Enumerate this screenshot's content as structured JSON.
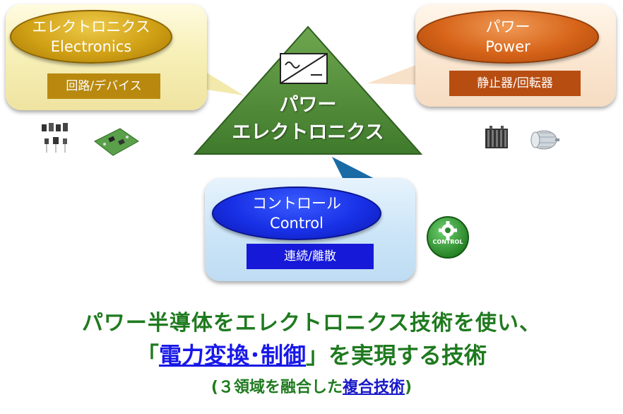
{
  "triangle": {
    "line1": "パワー",
    "line2": "エレクトロニクス",
    "symbol": "~ / –"
  },
  "electronics": {
    "name_jp": "エレクトロニクス",
    "name_en": "Electronics",
    "sub": "回路/デバイス",
    "color": "#d1a115"
  },
  "power": {
    "name_jp": "パワー",
    "name_en": "Power",
    "sub": "静止器/回転器",
    "color": "#d66318"
  },
  "control": {
    "name_jp": "コントロール",
    "name_en": "Control",
    "sub": "連続/離散",
    "color": "#1830e6",
    "badge_text": "CONTROL"
  },
  "headline": {
    "line1": "パワー半導体をエレクトロニクス技術を使い、",
    "line2_open": "「",
    "line2_emph": "電力変換･制御",
    "line2_close": "」を実現する技術",
    "line3_pre": "(３領域を融合した",
    "line3_emph": "複合技術",
    "line3_post": ")"
  },
  "colors": {
    "triangle_green": "#4f8a3a",
    "headline_green": "#1f7a1f",
    "emphasis_blue": "#1818e8"
  }
}
